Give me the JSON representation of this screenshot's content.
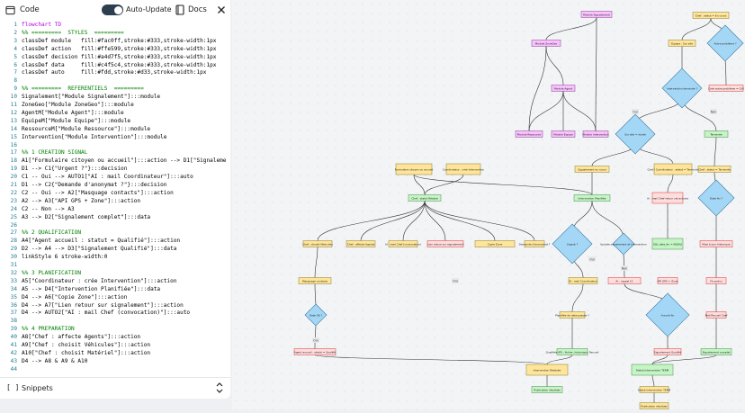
{
  "toolbar": {
    "code_label": "Code",
    "auto_update_label": "Auto-Update",
    "docs_label": "Docs"
  },
  "editor": {
    "lines": [
      {
        "n": "1",
        "t": "flowchart TD",
        "c": "kw"
      },
      {
        "n": "2",
        "t": "%% =========  STYLES  =========",
        "c": "cm"
      },
      {
        "n": "3",
        "t": "classDef module   fill:#fac0ff,stroke:#333,stroke-width:1px",
        "c": ""
      },
      {
        "n": "4",
        "t": "classDef action   fill:#ffe599,stroke:#333,stroke-width:1px",
        "c": ""
      },
      {
        "n": "5",
        "t": "classDef decision fill:#a4d7f5,stroke:#333,stroke-width:1px",
        "c": ""
      },
      {
        "n": "6",
        "t": "classDef data     fill:#c4f5c4,stroke:#333,stroke-width:1px",
        "c": ""
      },
      {
        "n": "7",
        "t": "classDef auto     fill:#fdd,stroke:#d33,stroke-width:1px",
        "c": ""
      },
      {
        "n": "8",
        "t": "",
        "c": ""
      },
      {
        "n": "9",
        "t": "%% =========  RÉFÉRENTIELS  =========",
        "c": "cm"
      },
      {
        "n": "10",
        "t": "Signalement[\"Module Signalement\"]:::module",
        "c": ""
      },
      {
        "n": "11",
        "t": "ZoneGeo[\"Module ZoneGeo\"]:::module",
        "c": ""
      },
      {
        "n": "12",
        "t": "AgentM[\"Module Agent\"]:::module",
        "c": ""
      },
      {
        "n": "13",
        "t": "EquipeM[\"Module Équipe\"]:::module",
        "c": ""
      },
      {
        "n": "14",
        "t": "RessourceM[\"Module Ressource\"]:::module",
        "c": ""
      },
      {
        "n": "15",
        "t": "Intervention[\"Module Intervention\"]:::module",
        "c": ""
      },
      {
        "n": "16",
        "t": "",
        "c": ""
      },
      {
        "n": "17",
        "t": "%% 1 CRÉATION SIGNAL",
        "c": "cm"
      },
      {
        "n": "18",
        "t": "A1[\"Formulaire citoyen ou accueil\"]:::action --> D1[\"Signaleme",
        "c": ""
      },
      {
        "n": "19",
        "t": "D1 --> C1{\"Urgent ?\"}:::decision",
        "c": ""
      },
      {
        "n": "20",
        "t": "C1 -- Oui --> AUTO1[\"AI : mail Coordinateur\"]:::auto",
        "c": ""
      },
      {
        "n": "21",
        "t": "D1 --> C2{\"Demande d'anonymat ?\"}:::decision",
        "c": ""
      },
      {
        "n": "22",
        "t": "C2 -- Oui --> A2[\"Masquage contacts\"]:::action",
        "c": ""
      },
      {
        "n": "23",
        "t": "A2 --> A3[\"API GPS + Zone\"]:::action",
        "c": ""
      },
      {
        "n": "24",
        "t": "C2 -- Non --> A3",
        "c": ""
      },
      {
        "n": "25",
        "t": "A3 --> D2[\"Signalement complet\"]:::data",
        "c": ""
      },
      {
        "n": "26",
        "t": "",
        "c": ""
      },
      {
        "n": "27",
        "t": "%% 2 QUALIFICATION",
        "c": "cm"
      },
      {
        "n": "28",
        "t": "A4[\"Agent accueil : statut = Qualifié\"]:::action",
        "c": ""
      },
      {
        "n": "29",
        "t": "D2 --> A4 --> D3[\"Signalement Qualifié\"]:::data",
        "c": ""
      },
      {
        "n": "30",
        "t": "linkStyle 6 stroke-width:0",
        "c": ""
      },
      {
        "n": "31",
        "t": "",
        "c": ""
      },
      {
        "n": "32",
        "t": "%% 3 PLANIFICATION",
        "c": "cm"
      },
      {
        "n": "33",
        "t": "A5[\"Coordinateur : crée Intervention\"]:::action",
        "c": ""
      },
      {
        "n": "34",
        "t": "A5 --> D4[\"Intervention Planifiée\"]:::data",
        "c": ""
      },
      {
        "n": "35",
        "t": "D4 --> A6[\"Copie Zone\"]:::action",
        "c": ""
      },
      {
        "n": "36",
        "t": "D4 --> A7[\"Lien retour sur signalement\"]:::action",
        "c": ""
      },
      {
        "n": "37",
        "t": "D4 --> AUTO2[\"AI : mail Chef (convocation)\"]:::auto",
        "c": ""
      },
      {
        "n": "38",
        "t": "",
        "c": ""
      },
      {
        "n": "39",
        "t": "%% 4 PRÉPARATION",
        "c": "cm"
      },
      {
        "n": "40",
        "t": "A8[\"Chef : affecte Agents\"]:::action",
        "c": ""
      },
      {
        "n": "41",
        "t": "A9[\"Chef : choisit Véhicules\"]:::action",
        "c": ""
      },
      {
        "n": "42",
        "t": "A10[\"Chef : choisit Matériel\"]:::action",
        "c": ""
      },
      {
        "n": "43",
        "t": "D4 --> A8 & A9 & A10",
        "c": ""
      },
      {
        "n": "44",
        "t": "",
        "c": ""
      }
    ]
  },
  "snippets": {
    "label": "Snippets"
  },
  "colors": {
    "module": "#fac0ff",
    "action": "#ffe599",
    "decision": "#a4d7f5",
    "data": "#c4f5c4",
    "auto": "#ffdddd"
  },
  "diagram": {
    "nodes": {
      "module_signalement": "Module Signalement",
      "module_zonegeo": "Module ZoneGeo",
      "module_agent": "Module Agent",
      "module_equipe": "Module Équipe",
      "module_ressource": "Module Ressource",
      "module_intervention": "Module Intervention",
      "chef_statut": "Chef : statut = En cours",
      "equipe_sur_site": "Équipe : Sur site",
      "autre_probleme": "Autre problème ?",
      "intervention_terminee": "Intervention terminée ?",
      "echec": "Échec",
      "cree_autre_probleme": "Crée autre problème = OUI",
      "sur_site_duree": "Sur site = durée",
      "terminee": "Terminée",
      "formulaire_citoyen": "Formulaire citoyen ou accueil",
      "coordinateur_cree": "Coordinateur : crée Intervention",
      "signalement_en_cours": "Signalement en cours",
      "chef_coordinateur_statut": "Chef / Coordinateur : statut = Terminée",
      "chef_statut_termine": "Chef : statut = Terminée",
      "intervention_planifiee": "Intervention Planifiée",
      "ai_mail_chef_retour": "AI : mail Chef retour cet actuels",
      "date_fin": "Date fin ?",
      "chef_statut_realise": "Chef : statut Réalisé",
      "chef_choisit_vehicules": "Chef : choisit Véhicules",
      "chef_affecte_agents": "Chef : affecte Agents",
      "ai_mail_chef_convocation": "AI : mail Chef (convocation)",
      "lien_retour": "Lien retour sur signalement",
      "copie_zone": "Copie Zone",
      "demande_anonymat": "Demande d'anonymat ?",
      "urgent": "Urgent ?",
      "update_signalement": "Update signalement et Intervention",
      "date_fin_sans": "SQL date_fin = NOW()",
      "mise_a_jour": "Mise à jour historique",
      "masquage_contacts": "Masquage contacts",
      "ai_mail_coordinateur": "AI : mail Coordinateur",
      "ai_rappel": "AI : rappel J-1",
      "api_gps": "API GPS + Zone",
      "fin_prevu": "Fin prévu",
      "date_ok": "Date OK ?",
      "mail_recueil": "Mail Recueil Chef",
      "annule_fin": "Annulé fin",
      "planifiee_de_date": "Planifiée de date passée ?",
      "agent_accueil": "Agent accueil : statut = Qualifié",
      "qualifiee": "Qualifiée IPS : fichier, historique, Recueil",
      "signalement_qualifie": "Signalement Qualifié",
      "signalement_complet": "Signalement complet",
      "intervention_realisee": "Intervention Réalisée",
      "statut_intervention": "Statut Intervention TERM",
      "publication": "Publication résultats"
    },
    "edge_labels": {
      "oui": "Oui",
      "non": "Non"
    }
  }
}
